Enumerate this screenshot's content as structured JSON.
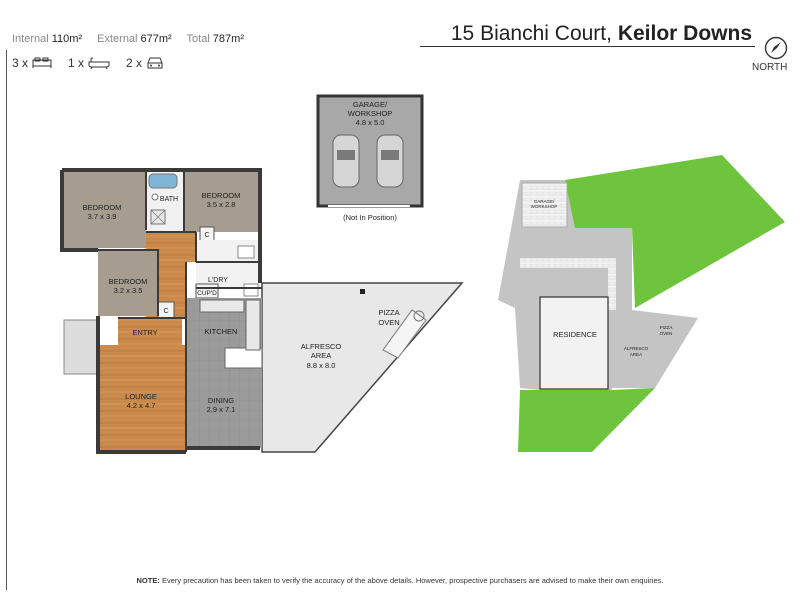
{
  "header": {
    "address": "15 Bianchi Court,",
    "suburb": "Keilor Downs",
    "north_label": "NORTH"
  },
  "stats": {
    "internal_label": "Internal",
    "internal_value": "110m²",
    "external_label": "External",
    "external_value": "677m²",
    "total_label": "Total",
    "total_value": "787m²"
  },
  "counts": {
    "bedrooms": "3 x",
    "bathrooms": "1 x",
    "cars": "2 x"
  },
  "rooms": {
    "garage_title": "GARAGE/",
    "garage_title2": "WORKSHOP",
    "garage_size": "4.8 x 5.0",
    "garage_note": "(Not In Position)",
    "bedroom1": "BEDROOM",
    "bedroom1_size": "3.7 x 3.9",
    "bedroom2": "BEDROOM",
    "bedroom2_size": "3.5 x 2.8",
    "bedroom3": "BEDROOM",
    "bedroom3_size": "3.2 x 3.5",
    "bath": "BATH",
    "c1": "C",
    "c2": "C",
    "ldry": "L'DRY",
    "cupd": "CUP'D",
    "entry": "ENTRY",
    "kitchen": "KITCHEN",
    "lounge": "LOUNGE",
    "lounge_size": "4.2 x 4.7",
    "dining": "DINING",
    "dining_size": "2.9 x 7.1",
    "alfresco": "ALFRESCO",
    "alfresco2": "AREA",
    "alfresco_size": "8.8 x 8.0",
    "pizza": "PIZZA",
    "oven": "OVEN"
  },
  "site": {
    "garage": "GARAGE/",
    "garage2": "WORKSHOP",
    "residence": "RESIDENCE",
    "pizza": "PIZZA",
    "oven": "OVEN",
    "alfresco": "ALFRESCO",
    "area": "AREA"
  },
  "note": {
    "label": "NOTE:",
    "text": " Every precaution has been taken to verify the accuracy of the above details. However, prospective purchasers are advised to make their own enquiries."
  },
  "colors": {
    "wood": "#c98a4c",
    "tile": "#9e9e9e",
    "carpet": "#a89e92",
    "grass": "#6ec43c",
    "paving": "#bfbfbf",
    "wall": "#3a3a3a"
  }
}
